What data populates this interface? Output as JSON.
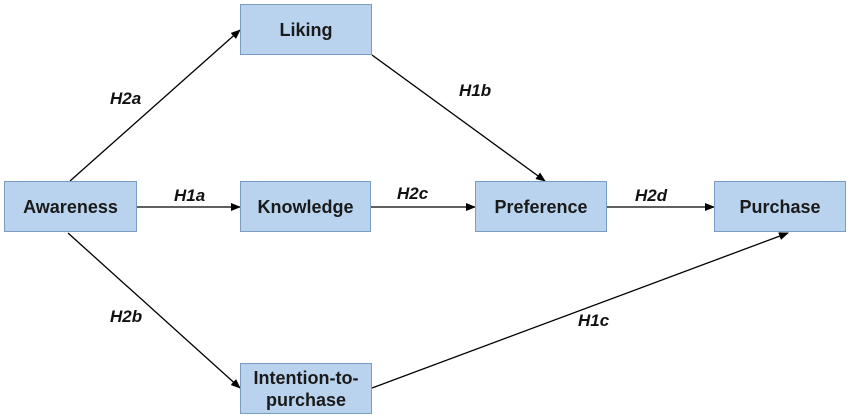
{
  "nodes": {
    "liking": "Liking",
    "awareness": "Awareness",
    "knowledge": "Knowledge",
    "preference": "Preference",
    "purchase": "Purchase",
    "intention_line1": "Intention-to-",
    "intention_line2": "purchase"
  },
  "edges": {
    "awareness_liking": "H2a",
    "liking_preference": "H1b",
    "awareness_knowledge": "H1a",
    "knowledge_preference": "H2c",
    "preference_purchase": "H2d",
    "awareness_intention": "H2b",
    "intention_purchase": "H1c"
  },
  "colors": {
    "node_fill": "#b9d3ee",
    "node_border": "#7b9cc2",
    "arrow": "#000000"
  }
}
